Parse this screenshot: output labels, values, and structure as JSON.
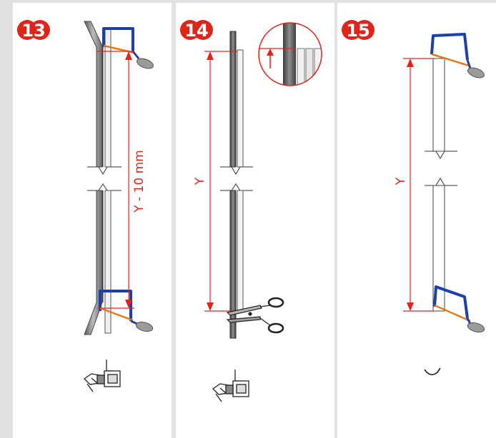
{
  "steps": [
    {
      "number": "13",
      "dimension_label": "Y - 10 mm"
    },
    {
      "number": "14",
      "dimension_label": "Y"
    },
    {
      "number": "15",
      "dimension_label": "Y"
    }
  ],
  "colors": {
    "badge": "#e2231a",
    "dimension": "#e2231a",
    "saw_frame": "#1f3fa8",
    "saw_blade": "#e07b1a",
    "panel_background": "#ffffff",
    "page_background": "#e1e1e1"
  },
  "icons": [
    "hacksaw-icon",
    "scissors-icon",
    "clip-icon",
    "hook-icon",
    "magnifier-detail-icon",
    "dimension-arrow-icon"
  ]
}
